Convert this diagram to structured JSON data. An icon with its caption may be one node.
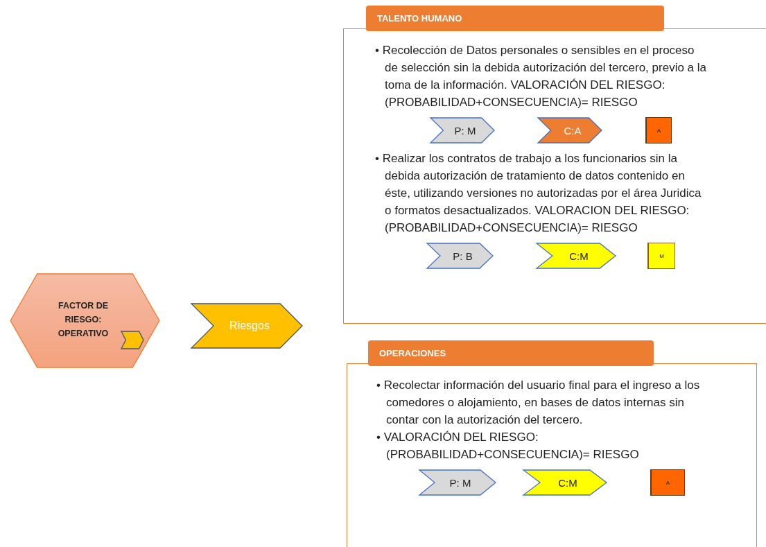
{
  "diagram": {
    "nodes": [
      {
        "text": [
          "FACTOR DE RIESGO: OPERATIVO"
        ]
      },
      {
        "text": [],
        "shape": "chevron",
        "in": 0
      },
      {
        "text": [
          "Riesgos"
        ]
      },
      {
        "text": [
          "TALENTO HUMANO",
          "• Recolección de Datos personales o sensibles en el proceso de selección sin la debida autorización del tercero, previo a la toma de la información. VALORACIÓN DEL RIESGO: (PROBABILIDAD+CONSECUENCIA)= RIESGO",
          "• Realizar los contratos de trabajo a los funcionarios sin la debida autorización de tratamiento de datos contenido en éste, utilizando versiones no autorizadas por el área Juridica o formatos desactualizados. VALORACION DEL RIESGO: (PROBABILIDAD+CONSECUENCIA)= RIESGO"
        ]
      },
      {
        "text": [
          "P: M"
        ],
        "in": 3
      },
      {
        "text": [
          "C:A"
        ],
        "in": 3
      },
      {
        "text": [
          "A"
        ],
        "in": 3
      },
      {
        "text": [
          "P: B"
        ],
        "in": 3
      },
      {
        "text": [
          "C:M"
        ],
        "in": 3
      },
      {
        "text": [
          "M"
        ],
        "in": 3
      },
      {
        "text": [
          "OPERACIONES",
          "• Recolectar información del usuario final para el ingreso a los comedores o alojamiento,  en bases de datos internas sin contar con la autorización del tercero.",
          "• VALORACIÓN DEL RIESGO: (PROBABILIDAD+CONSECUENCIA)= RIESGO"
        ]
      },
      {
        "text": [
          "P: M"
        ],
        "in": 10
      },
      {
        "text": [
          "C:M"
        ],
        "in": 10
      },
      {
        "text": [
          "A"
        ],
        "in": 10
      }
    ],
    "edges": []
  }
}
